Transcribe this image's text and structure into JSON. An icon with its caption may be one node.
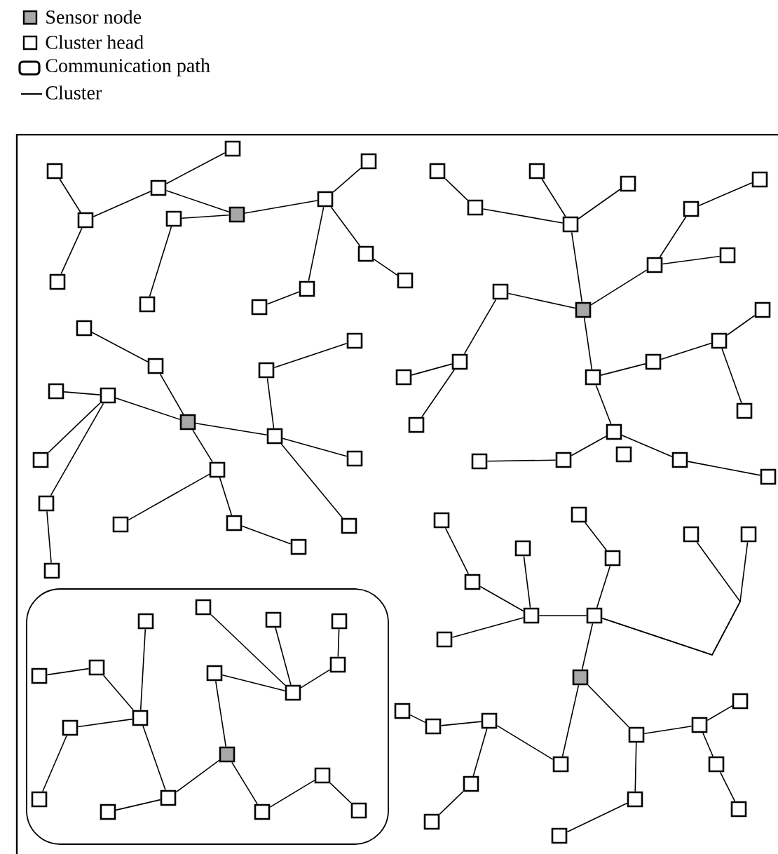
{
  "diagram": {
    "nodes": [
      {
        "text": [],
        "shape": "box"
      },
      {
        "text": [],
        "shape": "box"
      },
      {
        "text": [],
        "shape": "box"
      },
      {
        "text": [],
        "shape": "box"
      },
      {
        "text": [],
        "shape": "box"
      },
      {
        "text": [],
        "shape": "box"
      },
      {
        "text": [],
        "shape": "box"
      },
      {
        "text": [],
        "shape": "box"
      },
      {
        "text": [],
        "shape": "box"
      },
      {
        "text": [],
        "shape": "box"
      },
      {
        "text": [],
        "shape": "box"
      },
      {
        "text": [],
        "shape": "box"
      },
      {
        "text": [],
        "shape": "box"
      },
      {
        "text": [],
        "shape": "box"
      },
      {
        "text": [],
        "shape": "box"
      },
      {
        "text": [],
        "shape": "box"
      },
      {
        "text": [],
        "shape": "box"
      },
      {
        "text": [],
        "shape": "box"
      },
      {
        "text": [],
        "shape": "box"
      },
      {
        "text": [],
        "shape": "box"
      },
      {
        "text": [],
        "shape": "box"
      },
      {
        "text": [],
        "shape": "box"
      },
      {
        "text": [],
        "shape": "box"
      },
      {
        "text": [],
        "shape": "box"
      },
      {
        "text": [],
        "shape": "box"
      },
      {
        "text": [],
        "shape": "box"
      },
      {
        "text": [],
        "shape": "box"
      },
      {
        "text": [],
        "shape": "box"
      },
      {
        "text": [],
        "shape": "box"
      },
      {
        "text": [],
        "shape": "box"
      },
      {
        "text": [],
        "shape": "box"
      },
      {
        "text": [],
        "shape": "box"
      },
      {
        "text": [],
        "shape": "box"
      },
      {
        "text": [],
        "shape": "box"
      },
      {
        "text": [],
        "shape": "box"
      },
      {
        "text": [],
        "shape": "box"
      },
      {
        "text": [],
        "shape": "box"
      },
      {
        "text": [],
        "shape": "box"
      },
      {
        "text": [],
        "shape": "box"
      },
      {
        "text": [],
        "shape": "box"
      },
      {
        "text": [],
        "shape": "box"
      },
      {
        "text": [],
        "shape": "box"
      },
      {
        "text": [],
        "shape": "box"
      },
      {
        "text": [],
        "shape": "box"
      },
      {
        "text": [],
        "shape": "box"
      },
      {
        "text": [],
        "shape": "box"
      },
      {
        "text": [],
        "shape": "box"
      },
      {
        "text": [],
        "shape": "box"
      },
      {
        "text": [],
        "shape": "box"
      },
      {
        "text": [],
        "shape": "box"
      },
      {
        "text": [],
        "shape": "box"
      },
      {
        "text": [],
        "shape": "box"
      },
      {
        "text": [],
        "shape": "box"
      },
      {
        "text": [],
        "shape": "box"
      },
      {
        "text": [],
        "shape": "box"
      },
      {
        "text": [],
        "shape": "box"
      },
      {
        "text": [],
        "shape": "box"
      },
      {
        "text": [],
        "shape": "box",
        "in": 56
      },
      {
        "text": [],
        "shape": "box",
        "in": 56
      },
      {
        "text": [],
        "shape": "box",
        "in": 56
      },
      {
        "text": [],
        "shape": "box",
        "in": 56
      },
      {
        "text": [],
        "shape": "box",
        "in": 56
      },
      {
        "text": [],
        "shape": "box",
        "in": 56
      },
      {
        "text": [],
        "shape": "box",
        "in": 56
      },
      {
        "text": [],
        "shape": "box",
        "in": 56
      },
      {
        "text": [],
        "shape": "box",
        "in": 56
      },
      {
        "text": [],
        "shape": "box",
        "in": 56
      },
      {
        "text": [],
        "shape": "box",
        "in": 56
      },
      {
        "text": [],
        "shape": "box",
        "in": 56
      },
      {
        "text": [],
        "shape": "box",
        "in": 56
      },
      {
        "text": [],
        "shape": "box",
        "in": 56
      },
      {
        "text": [],
        "shape": "box",
        "in": 56
      },
      {
        "text": [],
        "shape": "box",
        "in": 56
      },
      {
        "text": [],
        "shape": "box",
        "in": 56
      },
      {
        "text": [],
        "shape": "box",
        "in": 56
      },
      {
        "text": [],
        "shape": "box"
      },
      {
        "text": [],
        "shape": "box"
      },
      {
        "text": [],
        "shape": "box"
      },
      {
        "text": [],
        "shape": "box"
      },
      {
        "text": [],
        "shape": "box"
      },
      {
        "text": [],
        "shape": "box"
      },
      {
        "text": [],
        "shape": "box"
      },
      {
        "text": [],
        "shape": "box"
      },
      {
        "text": [],
        "shape": "box"
      },
      {
        "text": [],
        "shape": "box"
      },
      {
        "text": [],
        "shape": "box"
      },
      {
        "text": [],
        "shape": "box"
      },
      {
        "text": [],
        "shape": "box"
      },
      {
        "text": [],
        "shape": "box"
      },
      {
        "text": [],
        "shape": "box"
      },
      {
        "text": [],
        "shape": "box"
      },
      {
        "text": [],
        "shape": "box"
      },
      {
        "text": [],
        "shape": "box"
      },
      {
        "text": [],
        "shape": "box"
      },
      {
        "text": [],
        "shape": "box"
      },
      {
        "text": [],
        "shape": "box"
      },
      {
        "text": [],
        "shape": "box"
      },
      {
        "text": [],
        "shape": "box"
      },
      {
        "text": [],
        "shape": "box"
      }
    ],
    "edges": [
      {
        "from": 0,
        "to": 1,
        "arrow": "none"
      },
      {
        "from": 1,
        "to": 2,
        "arrow": "none"
      },
      {
        "from": 2,
        "to": 3,
        "arrow": "none"
      },
      {
        "from": 1,
        "to": 6,
        "arrow": "none"
      },
      {
        "from": 2,
        "to": 4,
        "arrow": "none"
      },
      {
        "from": 5,
        "to": 4,
        "arrow": "none"
      },
      {
        "from": 5,
        "to": 7,
        "arrow": "none"
      },
      {
        "from": 4,
        "to": 8,
        "arrow": "none"
      },
      {
        "from": 8,
        "to": 9,
        "arrow": "none"
      },
      {
        "from": 8,
        "to": 10,
        "arrow": "none"
      },
      {
        "from": 10,
        "to": 11,
        "arrow": "none"
      },
      {
        "from": 8,
        "to": 12,
        "arrow": "none"
      },
      {
        "from": 12,
        "to": 13,
        "arrow": "none"
      },
      {
        "from": 14,
        "to": 15,
        "arrow": "none"
      },
      {
        "from": 15,
        "to": 17,
        "arrow": "none"
      },
      {
        "from": 16,
        "to": 17,
        "arrow": "none"
      },
      {
        "from": 18,
        "to": 17,
        "arrow": "none"
      },
      {
        "from": 17,
        "to": 24,
        "arrow": "none"
      },
      {
        "from": 24,
        "to": 21,
        "arrow": "none"
      },
      {
        "from": 21,
        "to": 20,
        "arrow": "none"
      },
      {
        "from": 20,
        "to": 19,
        "arrow": "none"
      },
      {
        "from": 21,
        "to": 22,
        "arrow": "none"
      },
      {
        "from": 23,
        "to": 24,
        "arrow": "none"
      },
      {
        "from": 23,
        "to": 25,
        "arrow": "none"
      },
      {
        "from": 25,
        "to": 26,
        "arrow": "none"
      },
      {
        "from": 25,
        "to": 27,
        "arrow": "none"
      },
      {
        "from": 24,
        "to": 28,
        "arrow": "none"
      },
      {
        "from": 28,
        "to": 29,
        "arrow": "none"
      },
      {
        "from": 29,
        "to": 30,
        "arrow": "none"
      },
      {
        "from": 30,
        "to": 31,
        "arrow": "none"
      },
      {
        "from": 30,
        "to": 32,
        "arrow": "none"
      },
      {
        "from": 28,
        "to": 33,
        "arrow": "none"
      },
      {
        "from": 33,
        "to": 36,
        "arrow": "none"
      },
      {
        "from": 36,
        "to": 35,
        "arrow": "none"
      },
      {
        "from": 33,
        "to": 37,
        "arrow": "none"
      },
      {
        "from": 37,
        "to": 38,
        "arrow": "none"
      },
      {
        "from": 39,
        "to": 40,
        "arrow": "none"
      },
      {
        "from": 40,
        "to": 43,
        "arrow": "none"
      },
      {
        "from": 41,
        "to": 42,
        "arrow": "none"
      },
      {
        "from": 42,
        "to": 43,
        "arrow": "none"
      },
      {
        "from": 42,
        "to": 44,
        "arrow": "none"
      },
      {
        "from": 42,
        "to": 45,
        "arrow": "none"
      },
      {
        "from": 45,
        "to": 55,
        "arrow": "none"
      },
      {
        "from": 43,
        "to": 47,
        "arrow": "none"
      },
      {
        "from": 43,
        "to": 46,
        "arrow": "none"
      },
      {
        "from": 46,
        "to": 51,
        "arrow": "none"
      },
      {
        "from": 46,
        "to": 52,
        "arrow": "none"
      },
      {
        "from": 52,
        "to": 53,
        "arrow": "none"
      },
      {
        "from": 48,
        "to": 49,
        "arrow": "none"
      },
      {
        "from": 48,
        "to": 47,
        "arrow": "none"
      },
      {
        "from": 47,
        "to": 50,
        "arrow": "none"
      },
      {
        "from": 47,
        "to": 54,
        "arrow": "none"
      },
      {
        "from": 62,
        "to": 61,
        "arrow": "none"
      },
      {
        "from": 61,
        "to": 66,
        "arrow": "none"
      },
      {
        "from": 57,
        "to": 66,
        "arrow": "none"
      },
      {
        "from": 67,
        "to": 66,
        "arrow": "none"
      },
      {
        "from": 67,
        "to": 69,
        "arrow": "none"
      },
      {
        "from": 66,
        "to": 70,
        "arrow": "none"
      },
      {
        "from": 71,
        "to": 70,
        "arrow": "none"
      },
      {
        "from": 70,
        "to": 68,
        "arrow": "none"
      },
      {
        "from": 68,
        "to": 63,
        "arrow": "none"
      },
      {
        "from": 68,
        "to": 72,
        "arrow": "none"
      },
      {
        "from": 72,
        "to": 73,
        "arrow": "none"
      },
      {
        "from": 73,
        "to": 74,
        "arrow": "none"
      },
      {
        "from": 58,
        "to": 65,
        "arrow": "none"
      },
      {
        "from": 59,
        "to": 65,
        "arrow": "none"
      },
      {
        "from": 63,
        "to": 65,
        "arrow": "none"
      },
      {
        "from": 65,
        "to": 64,
        "arrow": "none"
      },
      {
        "from": 64,
        "to": 60,
        "arrow": "none"
      },
      {
        "from": 75,
        "to": 76,
        "arrow": "none"
      },
      {
        "from": 76,
        "to": 82,
        "arrow": "none"
      },
      {
        "from": 77,
        "to": 82,
        "arrow": "none"
      },
      {
        "from": 84,
        "to": 82,
        "arrow": "none"
      },
      {
        "from": 82,
        "to": 83,
        "arrow": "none"
      },
      {
        "from": 78,
        "to": 79,
        "arrow": "none"
      },
      {
        "from": 79,
        "to": 83,
        "arrow": "none"
      },
      {
        "from": 83,
        "to": 85,
        "arrow": "none"
      },
      {
        "from": 83,
        "to": 80,
        "arrow": "none"
      },
      {
        "from": 83,
        "to": 81,
        "arrow": "none"
      },
      {
        "from": 85,
        "to": 89,
        "arrow": "none"
      },
      {
        "from": 85,
        "to": 90,
        "arrow": "none"
      },
      {
        "from": 90,
        "to": 91,
        "arrow": "none"
      },
      {
        "from": 91,
        "to": 92,
        "arrow": "none"
      },
      {
        "from": 91,
        "to": 95,
        "arrow": "none"
      },
      {
        "from": 95,
        "to": 96,
        "arrow": "none"
      },
      {
        "from": 90,
        "to": 97,
        "arrow": "none"
      },
      {
        "from": 97,
        "to": 98,
        "arrow": "none"
      },
      {
        "from": 86,
        "to": 87,
        "arrow": "none"
      },
      {
        "from": 87,
        "to": 88,
        "arrow": "none"
      },
      {
        "from": 88,
        "to": 89,
        "arrow": "none"
      },
      {
        "from": 88,
        "to": 93,
        "arrow": "none"
      },
      {
        "from": 93,
        "to": 94,
        "arrow": "none"
      }
    ],
    "legend": [
      {
        "text": "Sensor node",
        "color": "#a8a8a8"
      },
      {
        "text": "Cluster head"
      },
      {
        "text": "Communication path"
      },
      {
        "text": "Cluster"
      }
    ]
  }
}
